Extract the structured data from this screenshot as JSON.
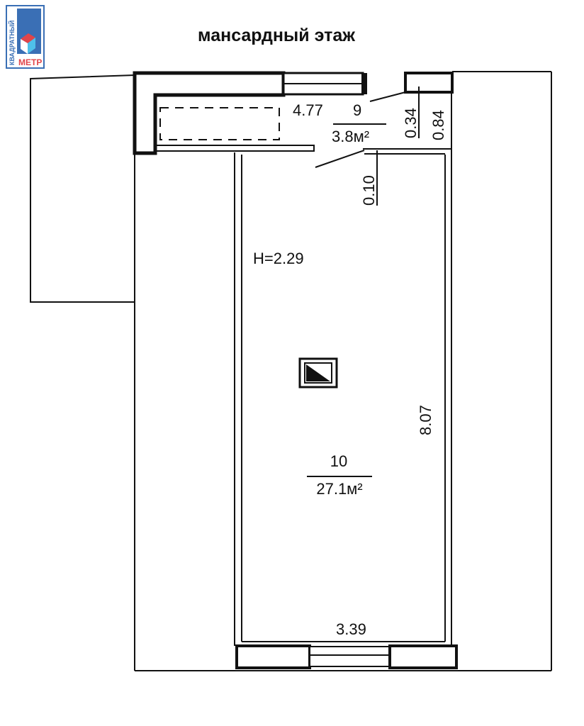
{
  "title": "мансардный этаж",
  "logo": {
    "line1": "КВАДРАТНЫЙ",
    "line2": "МЕТР",
    "colors": {
      "blue": "#3a6fb5",
      "red": "#e0454a",
      "cyan": "#4fc0ea"
    }
  },
  "rooms": [
    {
      "number": "9",
      "area": "3.8м²",
      "length": "4.77"
    },
    {
      "number": "10",
      "area": "27.1м²",
      "width": "3.39",
      "length": "8.07"
    }
  ],
  "dimensions": {
    "d1": "0.34",
    "d2": "0.84",
    "d3": "0.10"
  },
  "ceiling_height": "H=2.29"
}
